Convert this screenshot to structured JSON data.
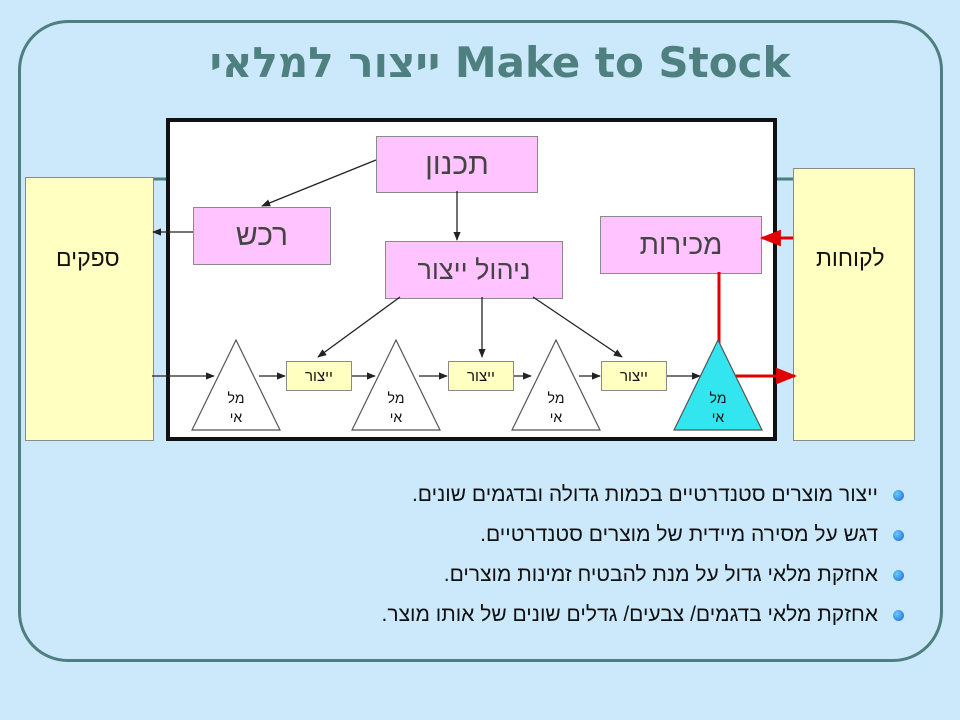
{
  "title": "ייצור למלאי Make to Stock",
  "nodes": {
    "suppliers": "ספקים",
    "customers": "לקוחות",
    "planning": "תכנון",
    "purchasing": "רכש",
    "sales": "מכירות",
    "production_management": "ניהול ייצור"
  },
  "chain": {
    "production_label": "ייצור",
    "inventory_label_line1": "מל",
    "inventory_label_line2": "אי"
  },
  "colors": {
    "accent_title": "#4f8080",
    "supplier_customer_fill": "#ffffc2",
    "function_fill": "#ffc3ff",
    "final_inventory_fill": "#33e5ee",
    "flow_highlight": "#e00000"
  },
  "bullets": [
    "ייצור מוצרים סטנדרטיים בכמות גדולה ובדגמים שונים.",
    "דגש על מסירה מיידית של מוצרים סטנדרטיים.",
    "אחזקת מלאי גדול על מנת להבטיח זמינות מוצרים.",
    "אחזקת מלאי בדגמים/ צבעים/ גדלים שונים של אותו מוצר."
  ]
}
